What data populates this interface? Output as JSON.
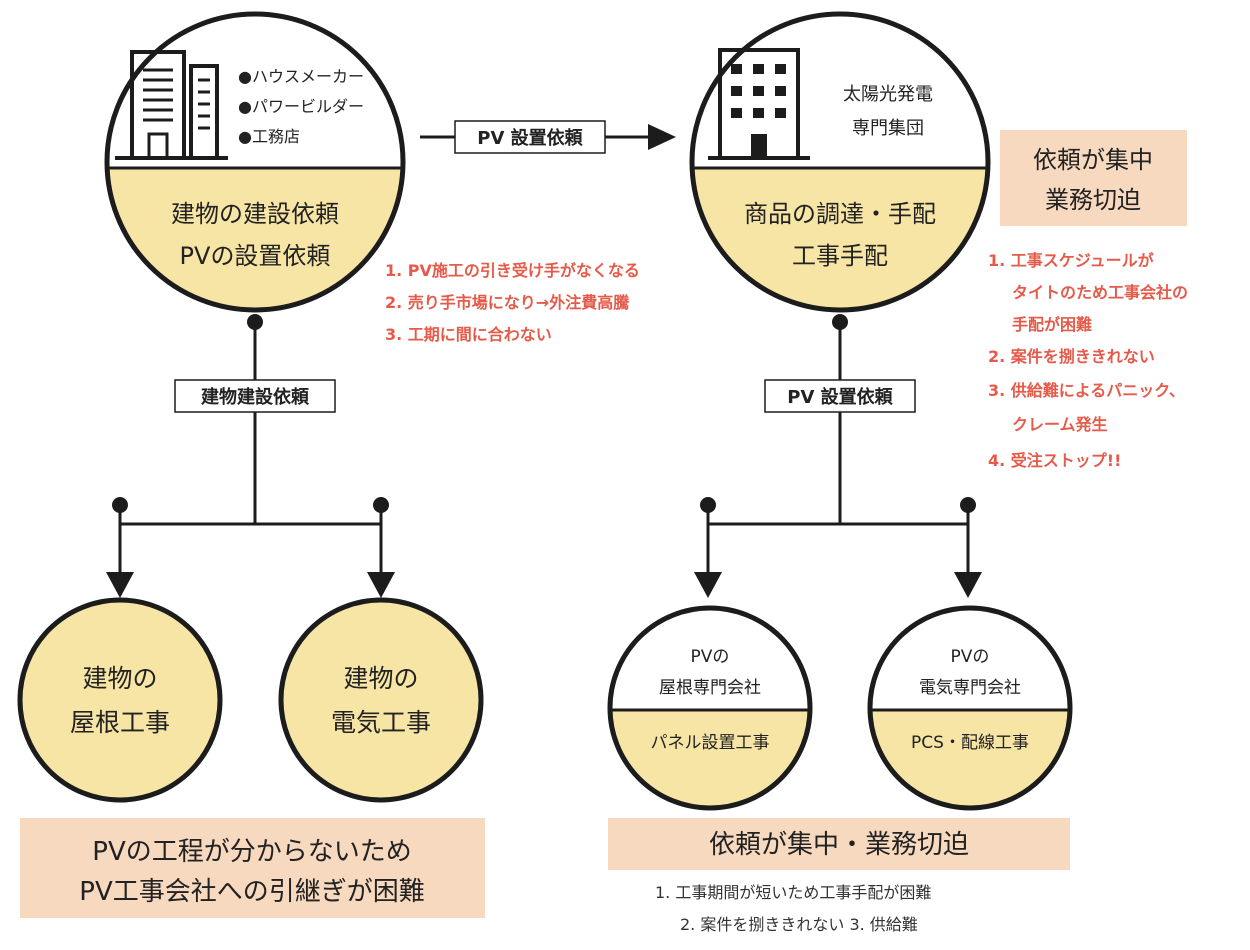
{
  "left_top": {
    "bullets": [
      "●ハウスメーカー",
      "●パワービルダー",
      "●工務店"
    ],
    "body": [
      "建物の建設依頼",
      "PVの設置依頼"
    ]
  },
  "arrow_label": "PV 設置依頼",
  "right_top": {
    "title": [
      "太陽光発電",
      "専門集団"
    ],
    "body": [
      "商品の調達・手配",
      "工事手配"
    ]
  },
  "left_issues": [
    "1. PV施工の引き受け手がなくなる",
    "2. 売り手市場になり→外注費高騰",
    "3. 工期に間に合わない"
  ],
  "right_box": [
    "依頼が集中",
    "業務切迫"
  ],
  "right_issues": [
    "1. 工事スケジュールが",
    "タイトのため工事会社の",
    "手配が困難",
    "2. 案件を捌ききれない",
    "3. 供給難によるパニック、",
    "クレーム発生",
    "4. 受注ストップ!!"
  ],
  "left_branch_label": "建物建設依頼",
  "right_branch_label": "PV 設置依頼",
  "left_bottom": {
    "roof": [
      "建物の",
      "屋根工事"
    ],
    "elec": [
      "建物の",
      "電気工事"
    ],
    "summary": [
      "PVの工程が分からないため",
      "PV工事会社への引継ぎが困難"
    ]
  },
  "right_bottom": {
    "panel_title": [
      "PVの",
      "屋根専門会社"
    ],
    "panel_body": "パネル設置工事",
    "elec_title": [
      "PVの",
      "電気専門会社"
    ],
    "elec_body": "PCS・配線工事",
    "summary": "依頼が集中・業務切迫",
    "notes": [
      "1. 工事期間が短いため工事手配が困難",
      "2. 案件を捌ききれない 3. 供給難"
    ]
  },
  "colors": {
    "yellow_fill": "#f7e5a6",
    "peach_fill": "#f7d9c0",
    "issue_red": "#e65a4a",
    "ink": "#1c1c1c"
  },
  "icons": [
    "building-icon",
    "office-building-icon",
    "arrow-right-icon",
    "arrow-down-icon",
    "connector-dot-icon"
  ]
}
